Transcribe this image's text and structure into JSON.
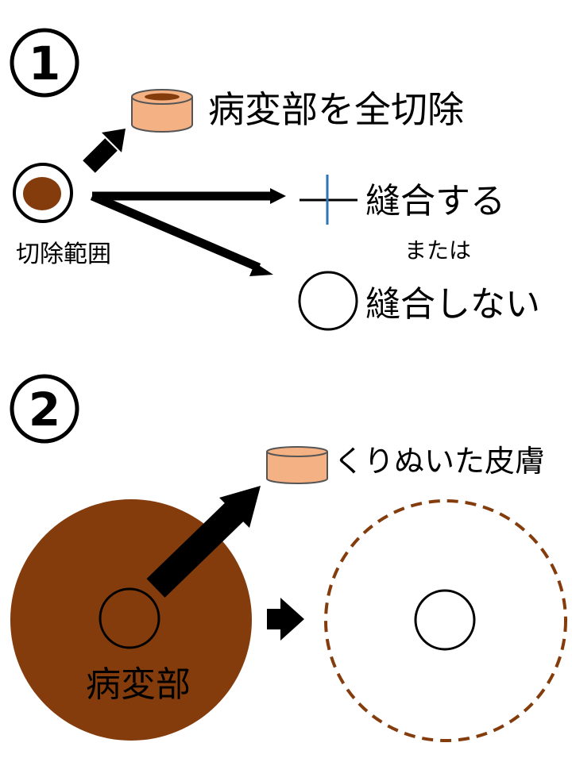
{
  "section1": {
    "number": "1",
    "excision_range_label": "切除範囲",
    "full_excision_label": "病変部を全切除",
    "suture_label": "縫合する",
    "or_label": "または",
    "no_suture_label": "縫合しない"
  },
  "section2": {
    "number": "2",
    "punched_skin_label": "くりぬいた皮膚",
    "lesion_label": "病変部"
  },
  "colors": {
    "lesion_brown": "#843c0c",
    "skin_tone": "#f4b183",
    "suture_blue": "#2e75b6",
    "arrow_black": "#000000"
  }
}
